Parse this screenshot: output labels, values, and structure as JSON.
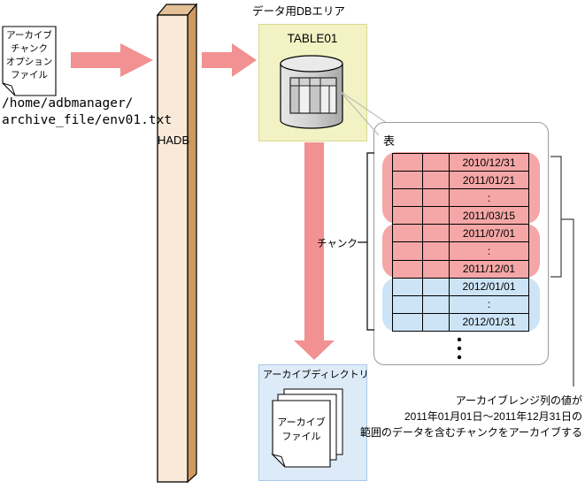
{
  "diagram": {
    "note": {
      "lines": [
        "アーカイブ",
        "チャンク",
        "オプション",
        "ファイル"
      ]
    },
    "path": {
      "line1": "/home/adbmanager/",
      "line2": "archive_file/env01.txt"
    },
    "hadb_label": "HADB",
    "db_area_label": "データ用DBエリア",
    "table_name": "TABLE01",
    "table_box": {
      "title": "表",
      "rows": [
        {
          "date": "2010/12/31",
          "group": "pink-chunk-1"
        },
        {
          "date": "2011/01/21",
          "group": "pink-chunk-1"
        },
        {
          "date": ":",
          "group": "pink-chunk-1"
        },
        {
          "date": "2011/03/15",
          "group": "pink-chunk-1"
        },
        {
          "date": "2011/07/01",
          "group": "pink-chunk-2"
        },
        {
          "date": ":",
          "group": "pink-chunk-2"
        },
        {
          "date": "2011/12/01",
          "group": "pink-chunk-2"
        },
        {
          "date": "2012/01/01",
          "group": "blue-chunk-1"
        },
        {
          "date": ":",
          "group": "blue-chunk-1"
        },
        {
          "date": "2012/01/31",
          "group": "blue-chunk-1"
        }
      ]
    },
    "chunk_label": "チャンク",
    "archive_dir": {
      "label": "アーカイブディレクトリ",
      "file_lines": [
        "アーカイブ",
        "ファイル"
      ]
    },
    "annotation": {
      "lines": [
        "アーカイブレンジ列の値が",
        "2011年01月01日～2011年12月31日の",
        "範囲のデータを含むチャンクをアーカイブする"
      ]
    },
    "colors": {
      "arrow_pink": "#f29191",
      "chunk_pink": "#f5a6a6",
      "chunk_blue": "#cde4f7",
      "db_area_fill": "#f2f2c4",
      "archive_box_fill": "#ddebf8",
      "pillar_front": "#f9e9d8",
      "pillar_side": "#cf9a62",
      "pillar_top": "#e4c096"
    }
  }
}
